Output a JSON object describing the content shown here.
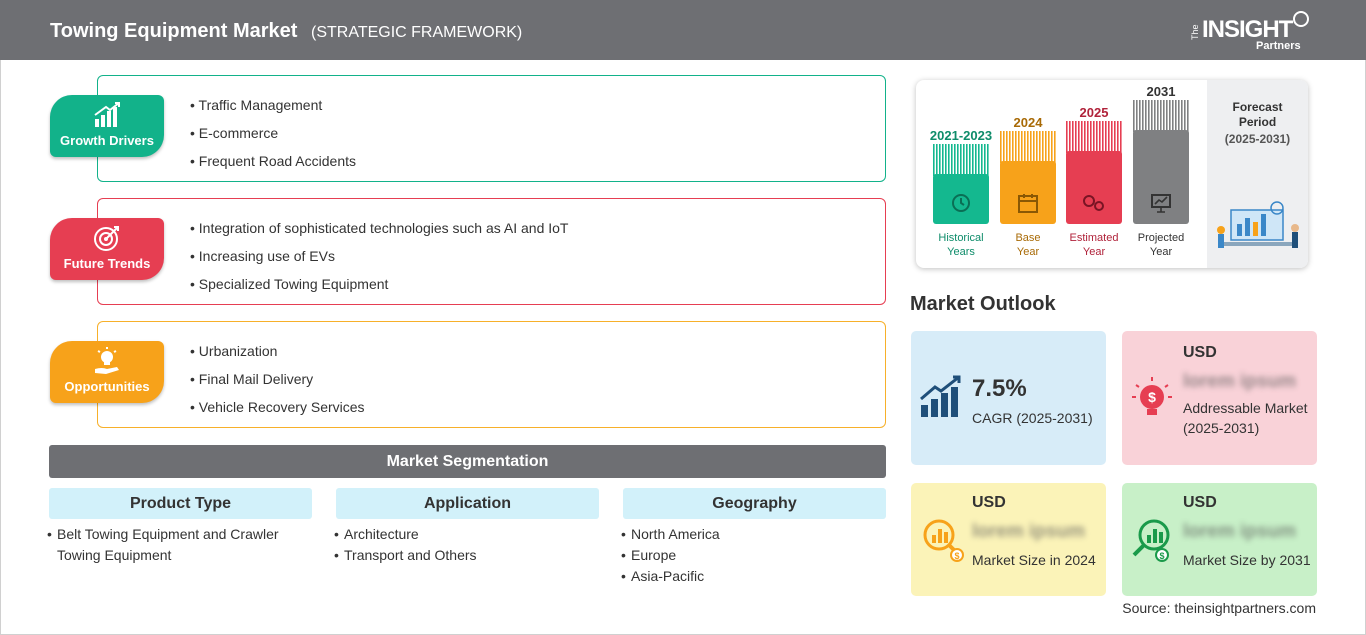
{
  "header": {
    "title": "Towing Equipment Market",
    "subtitle": "(STRATEGIC FRAMEWORK)",
    "logo": {
      "the": "The",
      "insight": "INSIGHT",
      "partners": "Partners"
    }
  },
  "drivers": [
    {
      "label": "Growth Drivers",
      "icon": "bar-chart-up-icon",
      "color": "#12b28a",
      "items": [
        "Traffic Management",
        "E-commerce",
        "Frequent Road Accidents"
      ]
    },
    {
      "label": "Future Trends",
      "icon": "target-icon",
      "color": "#e63e52",
      "items": [
        "Integration of sophisticated technologies such as AI and IoT",
        "Increasing use of EVs",
        "Specialized Towing Equipment"
      ]
    },
    {
      "label": "Opportunities",
      "icon": "lightbulb-hand-icon",
      "color": "#f7a21a",
      "items": [
        "Urbanization",
        "Final Mail Delivery",
        "Vehicle Recovery Services"
      ]
    }
  ],
  "segmentation": {
    "title": "Market Segmentation",
    "columns": [
      {
        "head": "Product Type",
        "items": [
          "Belt Towing Equipment and Crawler Towing Equipment"
        ]
      },
      {
        "head": "Application",
        "items": [
          "Architecture",
          "Transport and Others"
        ]
      },
      {
        "head": "Geography",
        "items": [
          "North America",
          "Europe",
          "Asia-Pacific"
        ]
      }
    ]
  },
  "timeline": {
    "columns": [
      {
        "year": "2021-2023",
        "caption_1": "Historical",
        "caption_2": "Years",
        "color": "#14b88f",
        "year_color": "#0e8c6a",
        "icon": "history-icon"
      },
      {
        "year": "2024",
        "caption_1": "Base",
        "caption_2": "Year",
        "color": "#f7a21a",
        "year_color": "#a86a06",
        "icon": "calendar-icon"
      },
      {
        "year": "2025",
        "caption_1": "Estimated",
        "caption_2": "Year",
        "color": "#e63e52",
        "year_color": "#b0223a",
        "icon": "gears-icon"
      },
      {
        "year": "2031",
        "caption_1": "Projected",
        "caption_2": "Year",
        "color": "#7f8082",
        "year_color": "#333333",
        "icon": "presentation-icon"
      }
    ],
    "forecast": {
      "title_1": "Forecast",
      "title_2": "Period",
      "range": "(2025-2031)"
    }
  },
  "outlook": {
    "title": "Market Outlook",
    "cagr": {
      "value": "7.5%",
      "label": "CAGR (2025-2031)",
      "color": "#d7ecf8"
    },
    "addressable": {
      "currency": "USD",
      "value": "lorem ipsum",
      "label": "Addressable Market (2025-2031)",
      "color": "#f9d2d8"
    },
    "size_2024": {
      "currency": "USD",
      "value": "lorem ipsum",
      "label": "Market Size in 2024",
      "color": "#fbf3b8"
    },
    "size_2031": {
      "currency": "USD",
      "value": "lorem ipsum",
      "label": "Market Size by 2031",
      "color": "#c8f0c8"
    }
  },
  "source": "Source: theinsightpartners.com"
}
